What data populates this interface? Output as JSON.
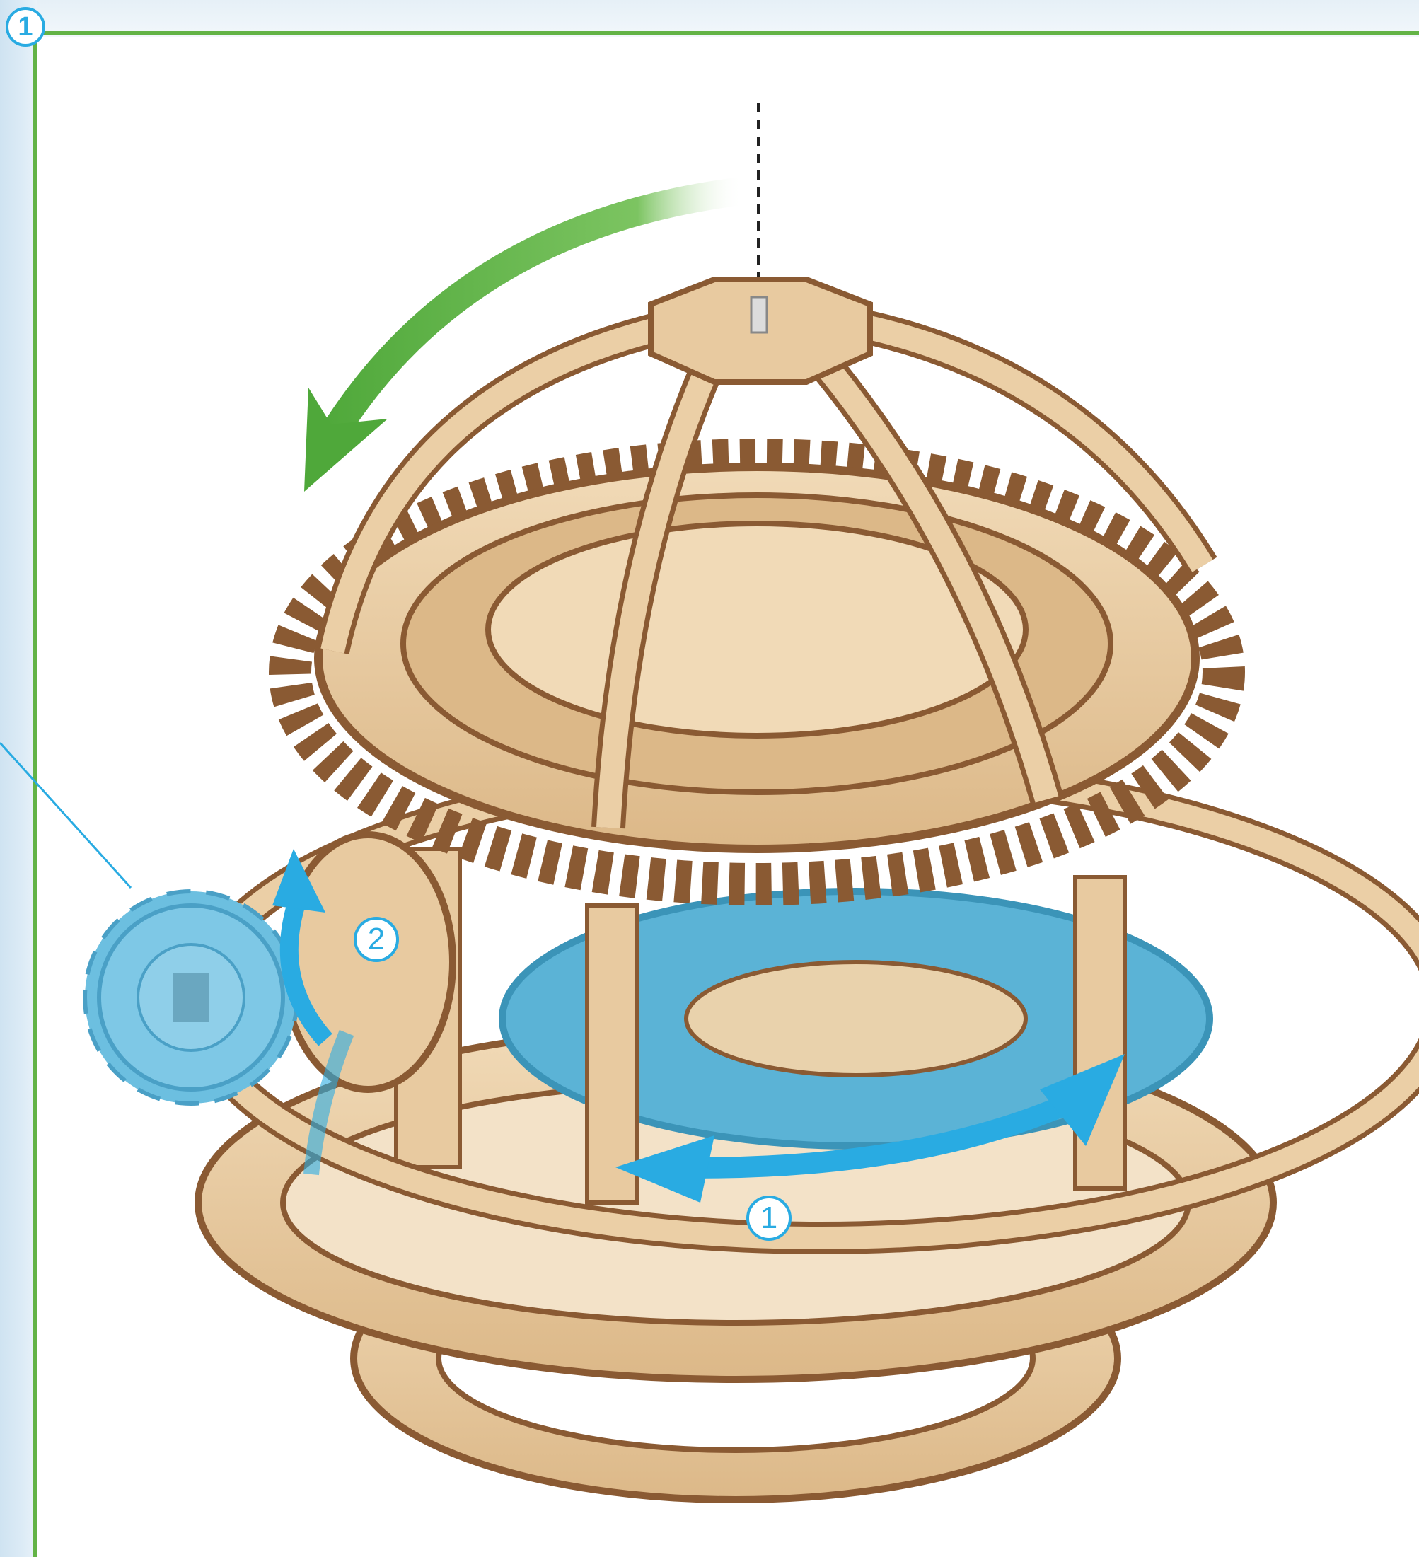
{
  "step": {
    "number": "1"
  },
  "callouts": {
    "motion_1": "1",
    "motion_2": "2"
  },
  "colors": {
    "frame_green": "#63b346",
    "callout_blue": "#29abe2",
    "highlight_blue": "#5bb3d6",
    "wood_light": "#e8caa0",
    "wood_dark": "#8a5a33"
  },
  "icons": {
    "rotation_arrow": "curved-arrow-icon",
    "bidirectional_arrow": "double-headed-arrow-icon",
    "gear": "gear-icon"
  }
}
